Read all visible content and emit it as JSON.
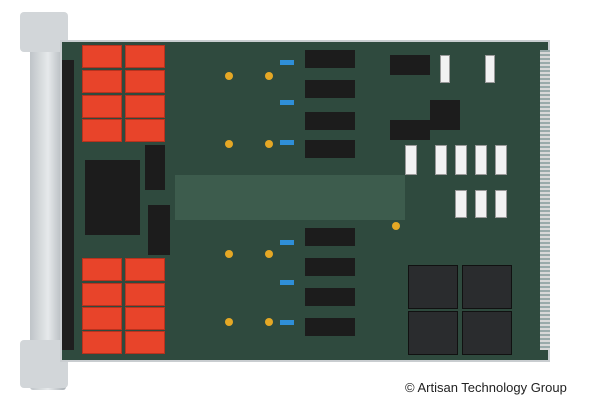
{
  "image": {
    "subject": "circuit-board-photo",
    "description": "VME-style printed circuit board with red relays, black DIP ICs, white ceramic ICs, blue/yellow capacitors, and four black inductor modules"
  },
  "caption": {
    "text": "© Artisan Technology Group"
  },
  "colors": {
    "background": "#ffffff",
    "pcb": "#2f4a3e",
    "relay": "#e8442a",
    "ic": "#1c1c1c",
    "capacitor_blue": "#2f8fd8",
    "capacitor_yellow": "#e5a825",
    "inductor": "#2a2c2e"
  }
}
